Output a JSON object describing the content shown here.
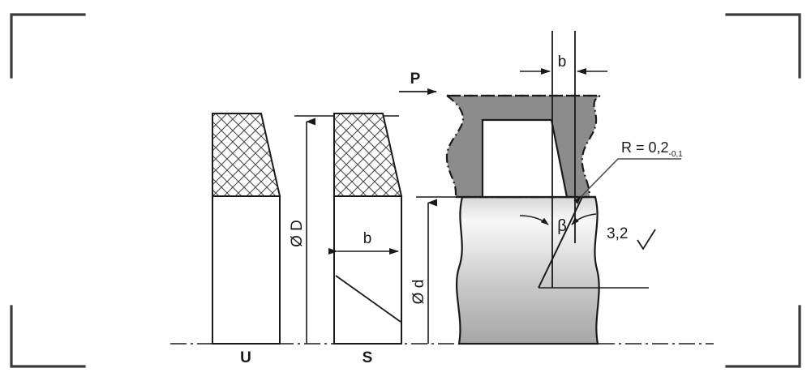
{
  "drawing": {
    "title": "Radial shaft seal cross-section and shaft chamfer detail",
    "background_color": "#ffffff",
    "line_color": "#1a1a1a",
    "seal_fill_color": "#8c8c8c",
    "shaft_fill_light": "#f2f2f2",
    "shaft_fill_dark": "#a8a8a8",
    "corner_mark_color": "#3b3b3b"
  },
  "labels": {
    "view_u": "U",
    "view_s": "S",
    "diameter_outer": "Ø D",
    "diameter_inner": "Ø d",
    "width_top": "b",
    "width_section": "b",
    "pressure": "P",
    "angle": "β",
    "radius_value": "R = 0,2",
    "radius_tolerance": "-0,1",
    "roughness": "3,2"
  },
  "annotations": [
    {
      "name": "pressure-arrow",
      "text": "P",
      "meaning": "pressure direction"
    },
    {
      "name": "radius-callout",
      "text": "R = 0,2 -0,1",
      "meaning": "edge radius with tolerance"
    },
    {
      "name": "roughness-callout",
      "text": "3,2",
      "meaning": "surface roughness Ra"
    },
    {
      "name": "angle-callout",
      "text": "β",
      "meaning": "chamfer angle"
    },
    {
      "name": "width-callout-top",
      "text": "b",
      "meaning": "seal lip width"
    },
    {
      "name": "width-callout-section",
      "text": "b",
      "meaning": "section width"
    },
    {
      "name": "outer-diameter",
      "text": "Ø D",
      "meaning": "outer diameter dimension"
    },
    {
      "name": "inner-diameter",
      "text": "Ø d",
      "meaning": "shaft diameter dimension"
    }
  ],
  "views": [
    {
      "name": "U",
      "label": "U",
      "type": "cross-section",
      "hatched": true
    },
    {
      "name": "S",
      "label": "S",
      "type": "cross-section",
      "hatched": true
    },
    {
      "name": "detail",
      "label": "",
      "type": "assembly-detail",
      "hatched": false
    }
  ]
}
